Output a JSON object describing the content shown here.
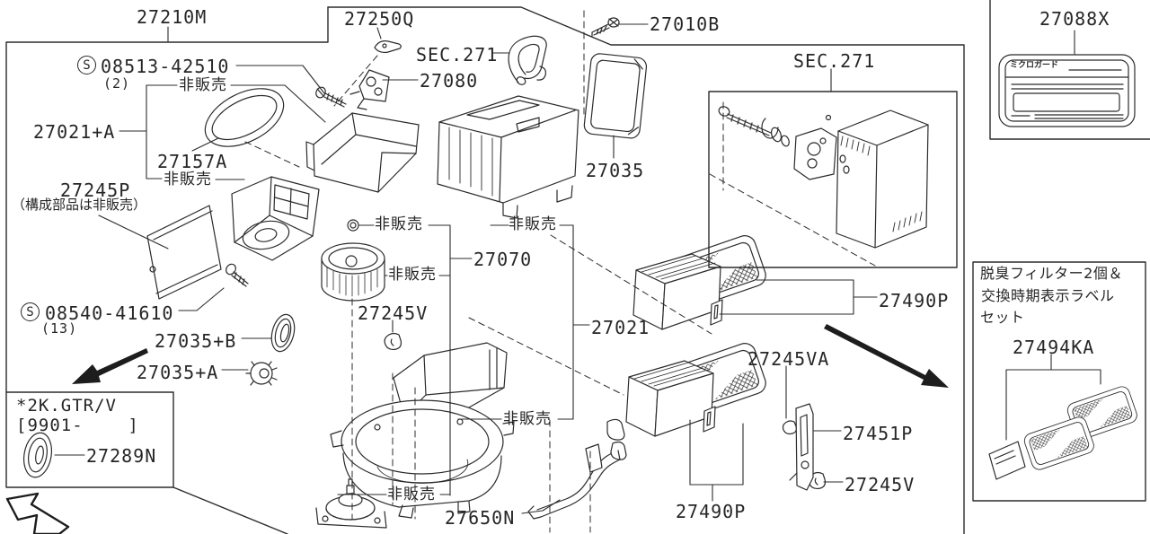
{
  "labels": {
    "p27210m": "27210M",
    "p27250q": "27250Q",
    "p27010b": "27010B",
    "p27088x": "27088X",
    "sticker": "ミクロガード",
    "s_mark": "S",
    "screw1_num": "08513-42510",
    "screw1_qty": "(2)",
    "screw2_num": "08540-41610",
    "screw2_qty": "(13)",
    "not_sold": "非販売",
    "p27021a": "27021+A",
    "p27157a": "27157A",
    "p27245p": "27245P",
    "p27245p_note": "（構成部品は非販売）",
    "p27035b": "27035+B",
    "p27035a": "27035+A",
    "gtr_line1": "*2K.GTR/V",
    "gtr_line2": "[9901-    ]",
    "p27289n": "27289N",
    "sec271": "SEC.271",
    "p27080": "27080",
    "p27035": "27035",
    "p27070": "27070",
    "p27245v": "27245V",
    "p27021": "27021",
    "p27650n": "27650N",
    "p27490p": "27490P",
    "p27245va": "27245VA",
    "p27451p": "27451P",
    "deo_line1": "脱臭フィルター2個＆",
    "deo_line2": "交換時期表示ラベル",
    "deo_line3": "セット",
    "p27494ka": "27494KA"
  },
  "colors": {
    "line": "#2b2b2b",
    "background": "#ffffff",
    "arrow": "#1d1d1d"
  }
}
